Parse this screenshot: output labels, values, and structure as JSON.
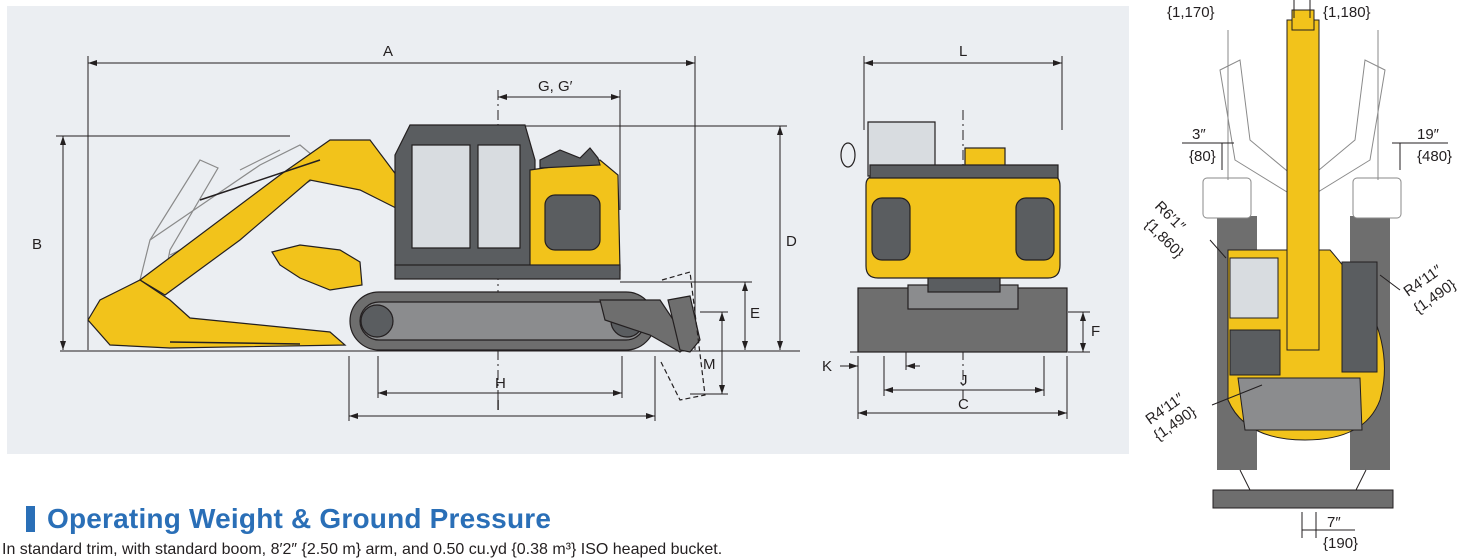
{
  "side_view": {
    "dims": {
      "A": "A",
      "B": "B",
      "D": "D",
      "E": "E",
      "G": "G, G′",
      "H": "H",
      "I": "I",
      "M": "M"
    }
  },
  "rear_view": {
    "dims": {
      "L": "L",
      "F": "F",
      "K": "K",
      "J": "J",
      "C": "C"
    }
  },
  "top_view": {
    "top_left": "{1,170}",
    "top_right": "{1,180}",
    "left_offset": "3″",
    "left_offset_mm": "{80}",
    "right_offset": "19″",
    "right_offset_mm": "{480}",
    "front_radius": "R6′1″",
    "front_radius_mm": "{1,860}",
    "right_radius": "R4′11″",
    "right_radius_mm": "{1,490}",
    "rear_radius": "R4′11″",
    "rear_radius_mm": "{1,490}",
    "bottom_offset": "7″",
    "bottom_offset_mm": "{190}"
  },
  "section": {
    "title": "Operating Weight & Ground Pressure",
    "subtitle": "In standard trim, with standard boom, 8′2″ {2.50 m} arm, and 0.50 cu.yd {0.38 m³} ISO heaped bucket."
  },
  "colors": {
    "accent": "#2a6fb7",
    "machine": "#f2c31b",
    "panel": "#ebeef2",
    "track": "#6e6e6e"
  }
}
